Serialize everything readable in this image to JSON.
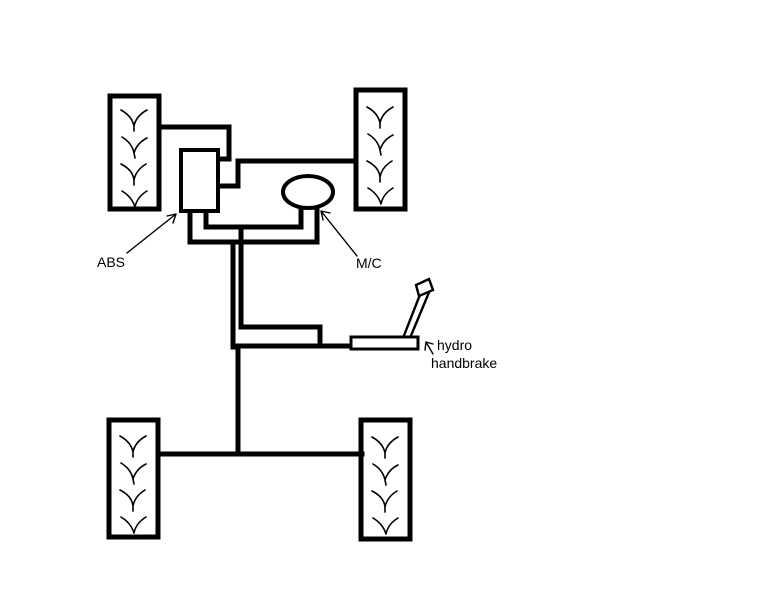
{
  "diagram": {
    "colors": {
      "background": "#ffffff",
      "line": "#000000"
    },
    "labels": {
      "abs": "ABS",
      "master_cylinder": "M/C",
      "handbrake_line1": "hydro",
      "handbrake_line2": "handbrake"
    },
    "components": {
      "front_left": "tire",
      "front_right": "tire",
      "rear_left": "tire",
      "rear_right": "tire",
      "abs_unit": "abs-modulator-box",
      "master_cylinder": "master-cylinder-oval",
      "handbrake": "hydro-handbrake-lever"
    }
  }
}
